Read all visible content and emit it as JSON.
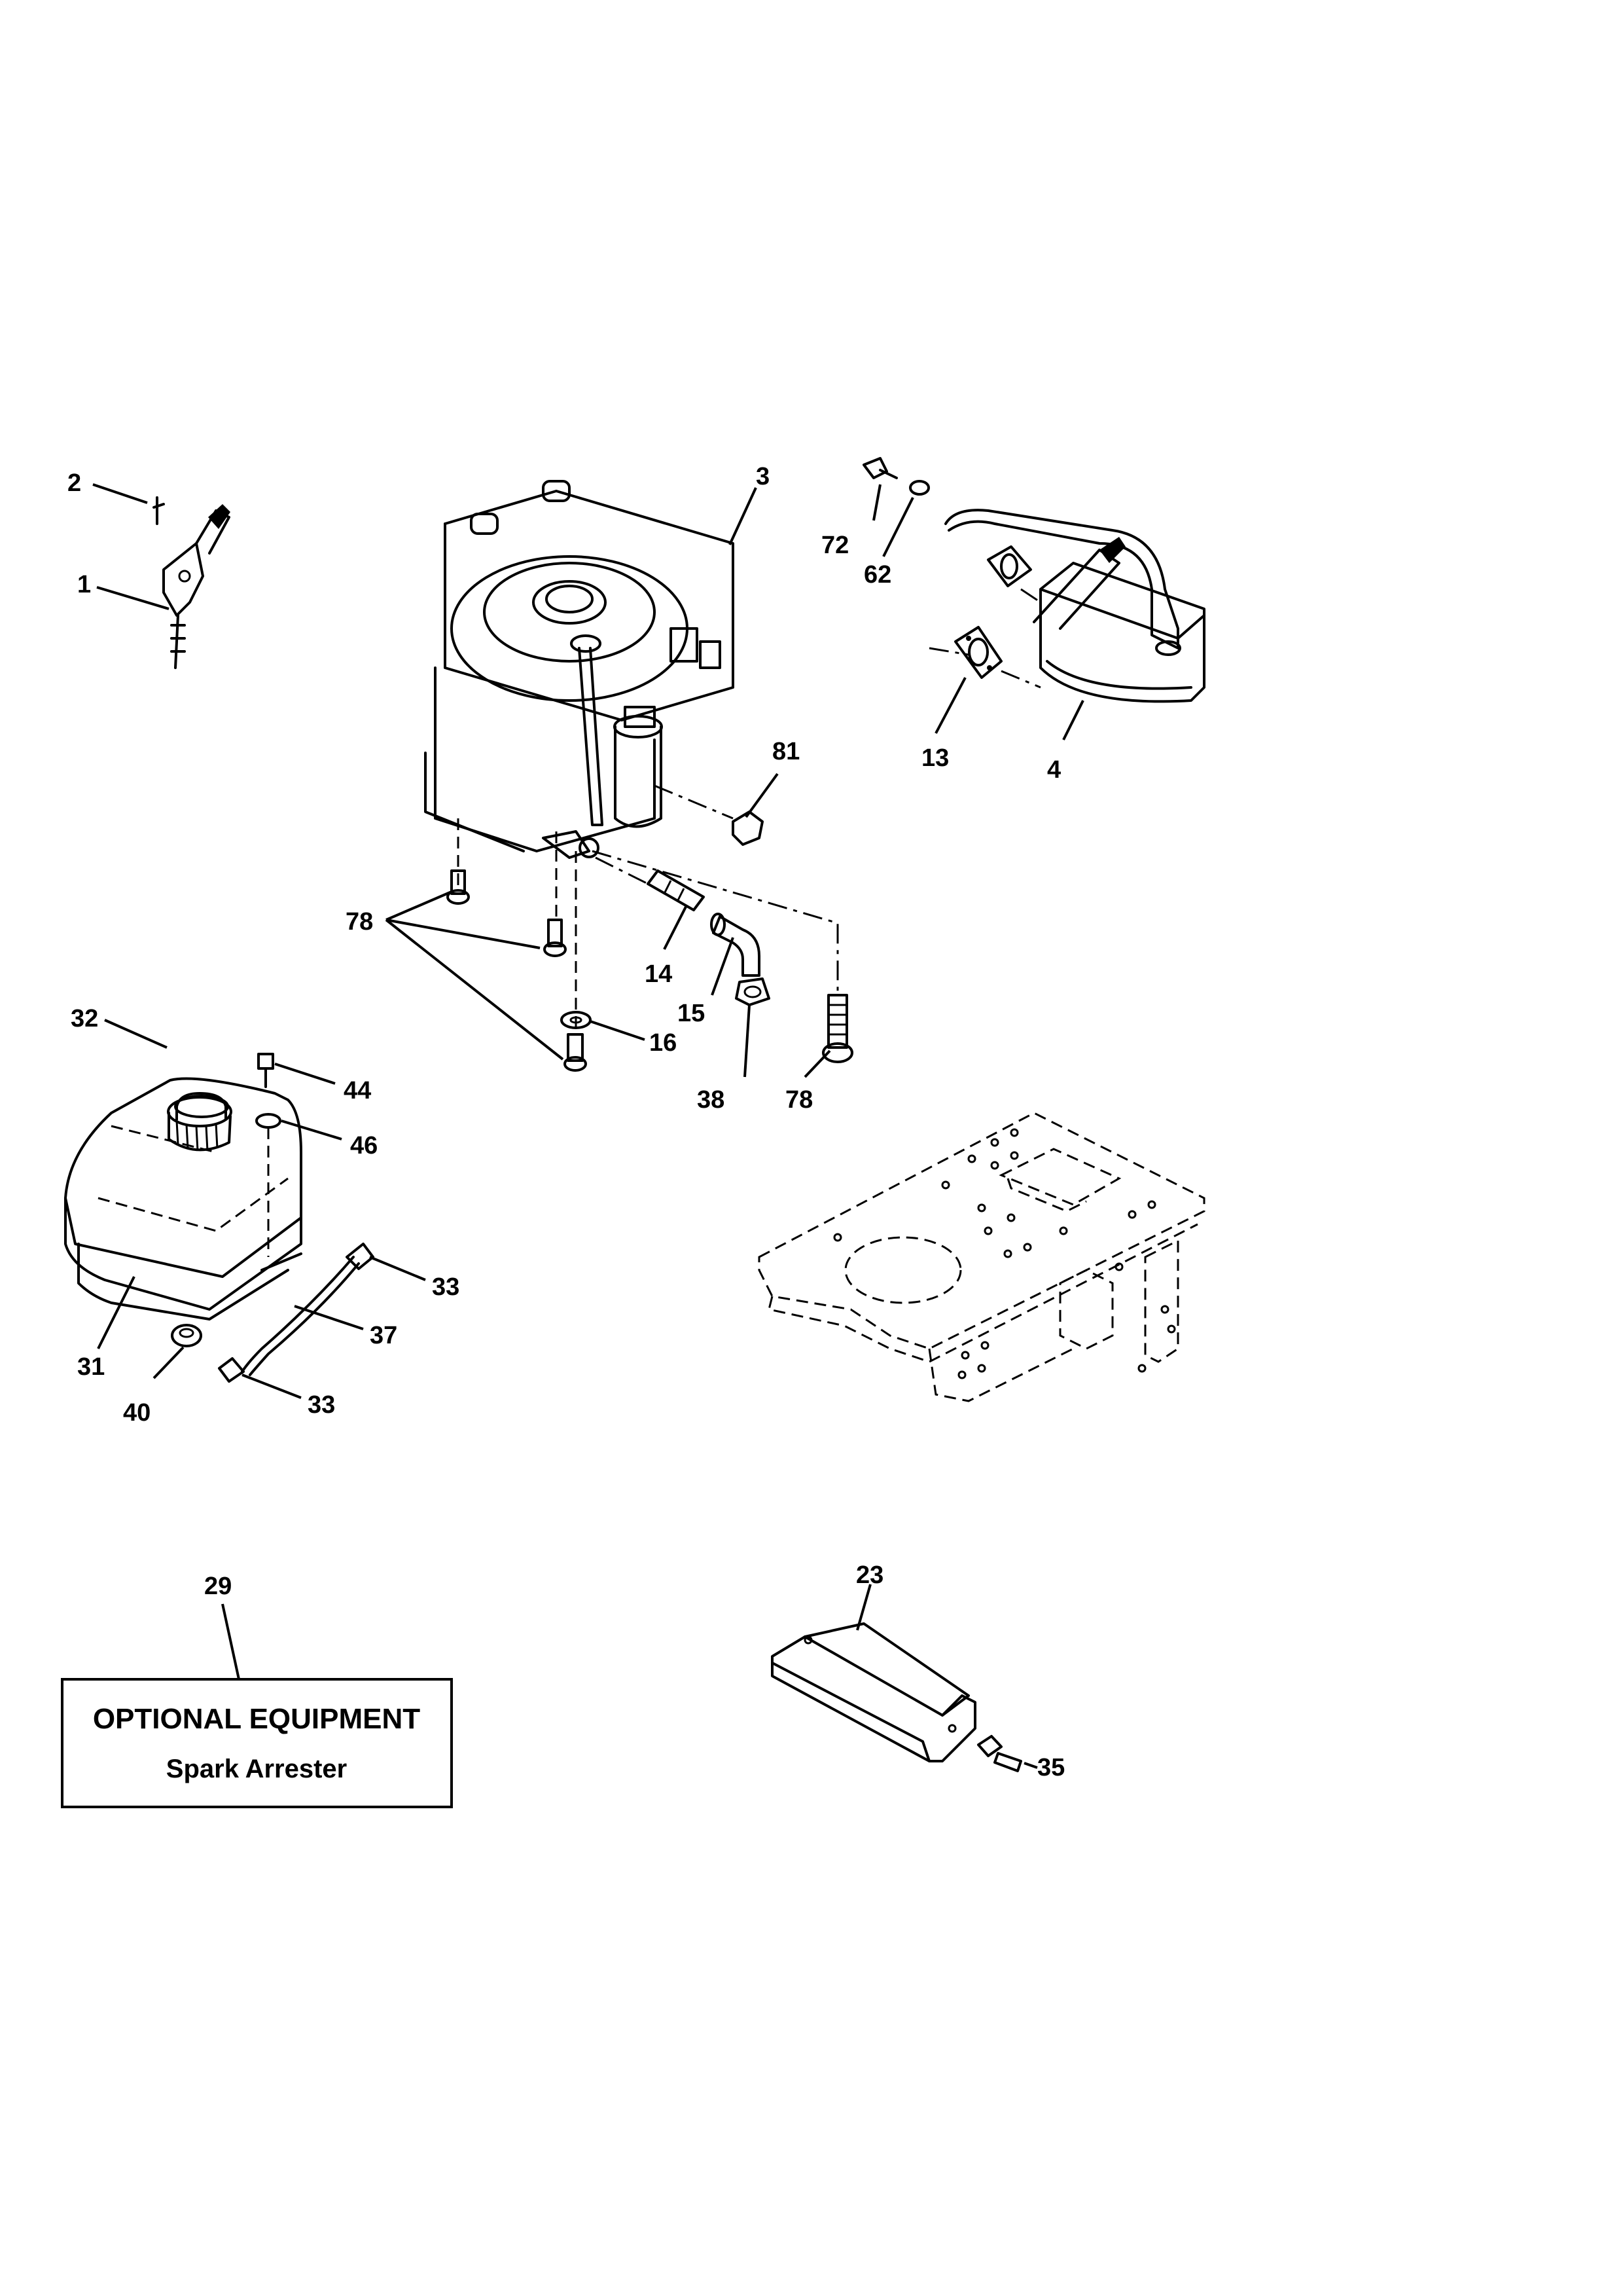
{
  "callouts": [
    "1",
    "2",
    "3",
    "4",
    "13",
    "14",
    "15",
    "16",
    "23",
    "29",
    "31",
    "32",
    "33",
    "33",
    "35",
    "37",
    "38",
    "40",
    "44",
    "46",
    "62",
    "72",
    "78",
    "78",
    "81"
  ],
  "optional_box": {
    "title": "OPTIONAL EQUIPMENT",
    "subtitle": "Spark Arrester"
  }
}
